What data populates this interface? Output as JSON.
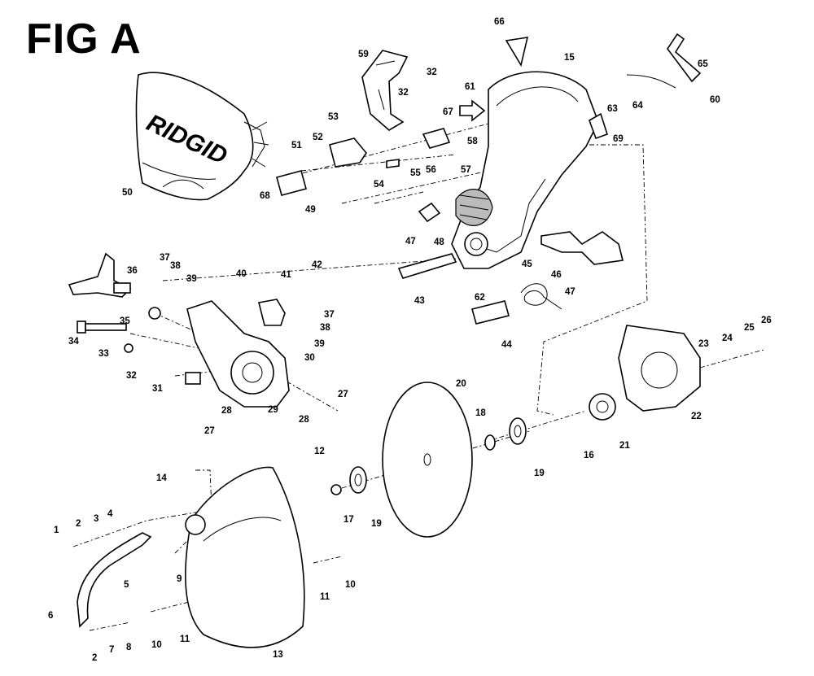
{
  "figure": {
    "title": "FIG A",
    "brand_text": "RIDGID"
  },
  "callouts": [
    {
      "id": "c1",
      "label": "1"
    },
    {
      "id": "c2a",
      "label": "2"
    },
    {
      "id": "c3",
      "label": "3"
    },
    {
      "id": "c4",
      "label": "4"
    },
    {
      "id": "c5",
      "label": "5"
    },
    {
      "id": "c6",
      "label": "6"
    },
    {
      "id": "c2b",
      "label": "2"
    },
    {
      "id": "c7",
      "label": "7"
    },
    {
      "id": "c8",
      "label": "8"
    },
    {
      "id": "c9",
      "label": "9"
    },
    {
      "id": "c10a",
      "label": "10"
    },
    {
      "id": "c11a",
      "label": "11"
    },
    {
      "id": "c10b",
      "label": "10"
    },
    {
      "id": "c11b",
      "label": "11"
    },
    {
      "id": "c12",
      "label": "12"
    },
    {
      "id": "c13",
      "label": "13"
    },
    {
      "id": "c14",
      "label": "14"
    },
    {
      "id": "c15",
      "label": "15"
    },
    {
      "id": "c16",
      "label": "16"
    },
    {
      "id": "c17",
      "label": "17"
    },
    {
      "id": "c18",
      "label": "18"
    },
    {
      "id": "c19a",
      "label": "19"
    },
    {
      "id": "c19b",
      "label": "19"
    },
    {
      "id": "c20",
      "label": "20"
    },
    {
      "id": "c21",
      "label": "21"
    },
    {
      "id": "c22",
      "label": "22"
    },
    {
      "id": "c23",
      "label": "23"
    },
    {
      "id": "c24",
      "label": "24"
    },
    {
      "id": "c25",
      "label": "25"
    },
    {
      "id": "c26",
      "label": "26"
    },
    {
      "id": "c27a",
      "label": "27"
    },
    {
      "id": "c27b",
      "label": "27"
    },
    {
      "id": "c28a",
      "label": "28"
    },
    {
      "id": "c28b",
      "label": "28"
    },
    {
      "id": "c29",
      "label": "29"
    },
    {
      "id": "c30",
      "label": "30"
    },
    {
      "id": "c31",
      "label": "31"
    },
    {
      "id": "c32a",
      "label": "32"
    },
    {
      "id": "c32b",
      "label": "32"
    },
    {
      "id": "c32c",
      "label": "32"
    },
    {
      "id": "c33",
      "label": "33"
    },
    {
      "id": "c34",
      "label": "34"
    },
    {
      "id": "c35",
      "label": "35"
    },
    {
      "id": "c36",
      "label": "36"
    },
    {
      "id": "c37a",
      "label": "37"
    },
    {
      "id": "c37b",
      "label": "37"
    },
    {
      "id": "c38a",
      "label": "38"
    },
    {
      "id": "c38b",
      "label": "38"
    },
    {
      "id": "c39a",
      "label": "39"
    },
    {
      "id": "c39b",
      "label": "39"
    },
    {
      "id": "c40",
      "label": "40"
    },
    {
      "id": "c41",
      "label": "41"
    },
    {
      "id": "c42",
      "label": "42"
    },
    {
      "id": "c43",
      "label": "43"
    },
    {
      "id": "c44",
      "label": "44"
    },
    {
      "id": "c45",
      "label": "45"
    },
    {
      "id": "c46",
      "label": "46"
    },
    {
      "id": "c47a",
      "label": "47"
    },
    {
      "id": "c47b",
      "label": "47"
    },
    {
      "id": "c48",
      "label": "48"
    },
    {
      "id": "c49",
      "label": "49"
    },
    {
      "id": "c50",
      "label": "50"
    },
    {
      "id": "c51",
      "label": "51"
    },
    {
      "id": "c52",
      "label": "52"
    },
    {
      "id": "c53",
      "label": "53"
    },
    {
      "id": "c54",
      "label": "54"
    },
    {
      "id": "c55",
      "label": "55"
    },
    {
      "id": "c56",
      "label": "56"
    },
    {
      "id": "c57",
      "label": "57"
    },
    {
      "id": "c58",
      "label": "58"
    },
    {
      "id": "c59",
      "label": "59"
    },
    {
      "id": "c60",
      "label": "60"
    },
    {
      "id": "c61",
      "label": "61"
    },
    {
      "id": "c62",
      "label": "62"
    },
    {
      "id": "c63",
      "label": "63"
    },
    {
      "id": "c64",
      "label": "64"
    },
    {
      "id": "c65",
      "label": "65"
    },
    {
      "id": "c66",
      "label": "66"
    },
    {
      "id": "c67",
      "label": "67"
    },
    {
      "id": "c68",
      "label": "68"
    },
    {
      "id": "c69",
      "label": "69"
    }
  ]
}
